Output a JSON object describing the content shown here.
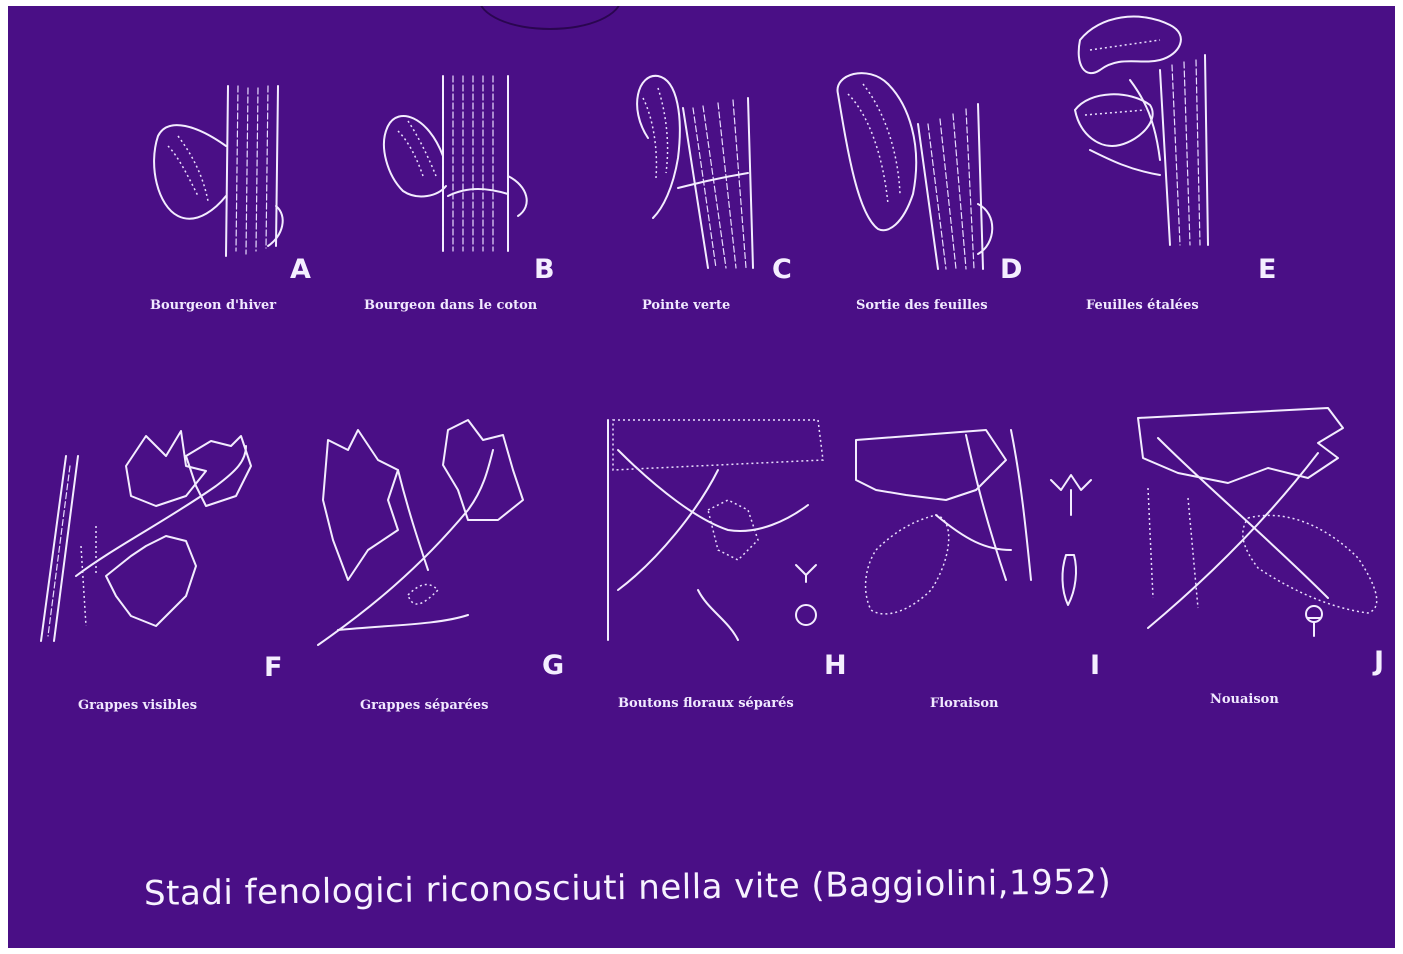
{
  "stages_row1": [
    {
      "letter": "A",
      "caption": "Bourgeon d'hiver"
    },
    {
      "letter": "B",
      "caption": "Bourgeon dans le coton"
    },
    {
      "letter": "C",
      "caption": "Pointe verte"
    },
    {
      "letter": "D",
      "caption": "Sortie des feuilles"
    },
    {
      "letter": "E",
      "caption": "Feuilles étalées"
    }
  ],
  "stages_row2": [
    {
      "letter": "F",
      "caption": "Grappes visibles"
    },
    {
      "letter": "G",
      "caption": "Grappes séparées"
    },
    {
      "letter": "H",
      "caption": "Boutons floraux séparés"
    },
    {
      "letter": "I",
      "caption": "Floraison"
    },
    {
      "letter": "J",
      "caption": "Nouaison"
    }
  ],
  "title": "Stadi fenologici riconosciuti nella vite (Baggiolini,1952)",
  "colors": {
    "background": "#4a0f86",
    "ink": "#f3ecff"
  }
}
